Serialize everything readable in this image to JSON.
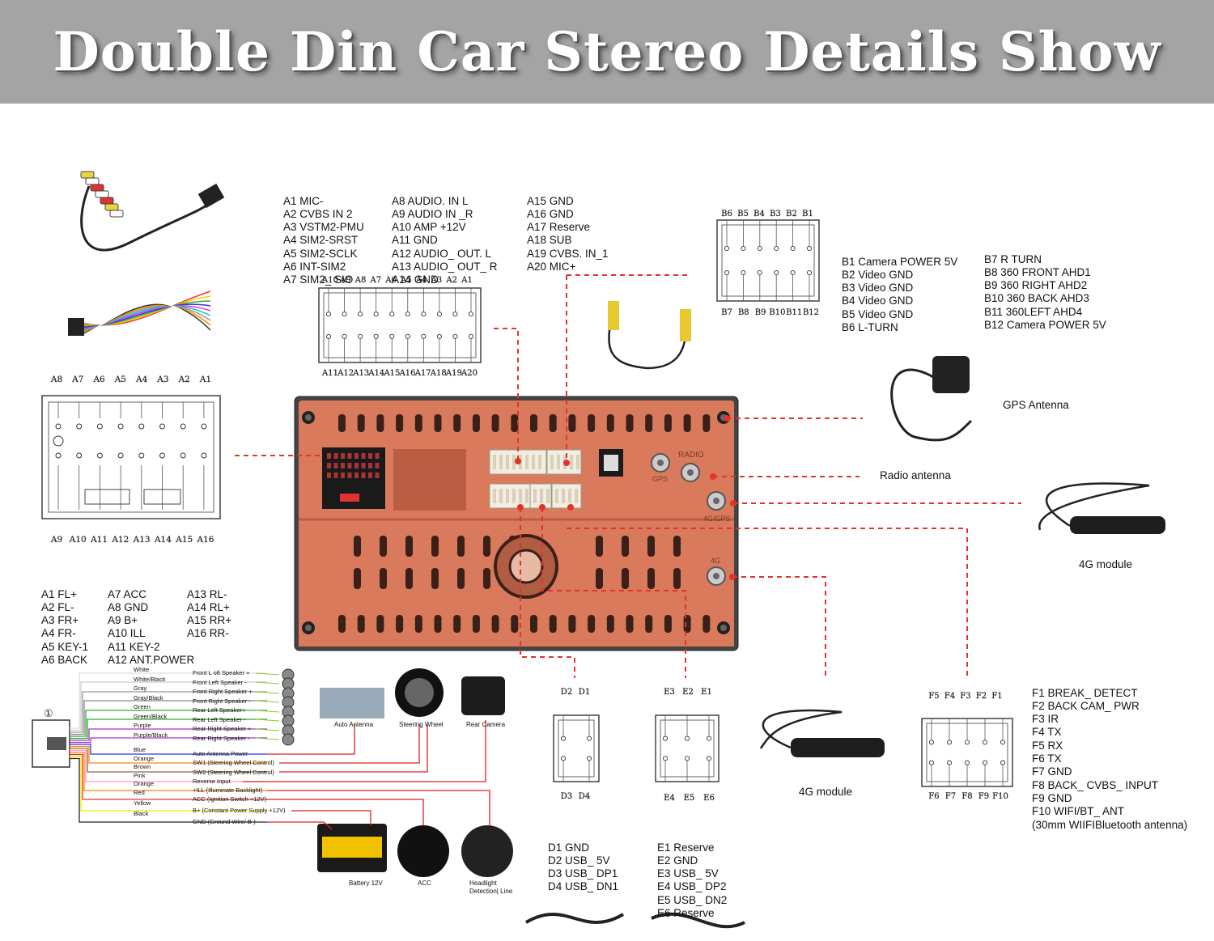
{
  "title": "Double Din Car Stereo Details Show",
  "colors": {
    "banner": "#a4a4a4",
    "unit_body": "#d97a5c",
    "unit_dark": "#b95e43",
    "wire_red": "#e0342a"
  },
  "left_harness_pins": {
    "top": [
      "A8",
      "A7",
      "A6",
      "A5",
      "A4",
      "A3",
      "A2",
      "A1"
    ],
    "bottom": [
      "A9",
      "A10",
      "A11",
      "A12",
      "A13",
      "A14",
      "A15",
      "A16"
    ],
    "labels": [
      "A1 FL+",
      "A2 FL-",
      "A3 FR+",
      "A4 FR-",
      "A5 KEY-1",
      "A6 BACK",
      "A7 ACC",
      "A8 GND",
      "A9 B+",
      "A10 ILL",
      "A11 KEY-2",
      "A12 ANT.POWER",
      "A13 RL-",
      "A14 RL+",
      "A15 RR+",
      "A16 RR-"
    ]
  },
  "connector_a20": {
    "top": [
      "A10",
      "A9",
      "A8",
      "A7",
      "A6",
      "A5",
      "A4",
      "A3",
      "A2",
      "A1"
    ],
    "bottom": [
      "A11",
      "A12",
      "A13",
      "A14",
      "A15",
      "A16",
      "A17",
      "A18",
      "A19",
      "A20"
    ],
    "labels": [
      "A1 MIC-",
      "A2 CVBS IN 2",
      "A3 VSTM2-PMU",
      "A4 SIM2-SRST",
      "A5 SIM2-SCLK",
      "A6 INT-SIM2",
      "A7 SIM2_ SIO",
      "A8 AUDIO. IN L",
      "A9 AUDIO IN _R",
      "A10 AMP +12V",
      "A11 GND",
      "A12 AUDIO_ OUT. L",
      "A13 AUDIO_ OUT_ R",
      "A14 GND",
      "A15 GND",
      "A16 GND",
      "A17 Reserve",
      "A18 SUB",
      "A19 CVBS. IN_1",
      "A20 MIC+"
    ]
  },
  "connector_b": {
    "top": [
      "B6",
      "B5",
      "B4",
      "B3",
      "B2",
      "B1"
    ],
    "bottom": [
      "B7",
      "B8",
      "B9",
      "B10",
      "B11",
      "B12"
    ],
    "labels": [
      "B1 Camera POWER 5V",
      "B2 Video GND",
      "B3 Video GND",
      "B4 Video GND",
      "B5 Video GND",
      "B6 L-TURN",
      "B7 R TURN",
      "B8 360 FRONT AHD1",
      "B9 360 RIGHT AHD2",
      "B10 360 BACK AHD3",
      "B11 360LEFT AHD4",
      "B12 Camera POWER 5V"
    ]
  },
  "connector_d": {
    "top": [
      "D2",
      "D1"
    ],
    "bottom": [
      "D3",
      "D4"
    ],
    "labels": [
      "D1 GND",
      "D2 USB_ 5V",
      "D3 USB_ DP1",
      "D4 USB_ DN1"
    ]
  },
  "connector_e": {
    "top": [
      "E3",
      "E2",
      "E1"
    ],
    "bottom": [
      "E4",
      "E5",
      "E6"
    ],
    "labels": [
      "E1 Reserve",
      "E2 GND",
      "E3 USB_ 5V",
      "E4 USB_ DP2",
      "E5 USB_ DN2",
      "E6 Reserve"
    ]
  },
  "connector_f": {
    "top": [
      "F5",
      "F4",
      "F3",
      "F2",
      "F1"
    ],
    "bottom": [
      "F6",
      "F7",
      "F8",
      "F9",
      "F10"
    ],
    "labels": [
      "F1 BREAK_ DETECT",
      "F2 BACK CAM_ PWR",
      "F3 IR",
      "F4 TX",
      "F5 RX",
      "F6 TX",
      "F7 GND",
      "F8 BACK_ CVBS_ INPUT",
      "F9 GND",
      "F10 WIFI/BT_ ANT",
      "(30mm WIIFIBluetooth antenna)"
    ]
  },
  "accessories": {
    "gps": "GPS Antenna",
    "radio": "Radio antenna",
    "module_4g_right": "4G module",
    "module_4g_bottom": "4G module"
  },
  "unit_labels": {
    "radio": "RADIO",
    "gps": "GPS",
    "gps4g": "4G/GPS",
    "g4": "4G"
  },
  "wiring": {
    "connector_no": "①",
    "colors": [
      "White",
      "White/Black",
      "Gray",
      "Gray/Black",
      "Green",
      "Green/Black",
      "Purple",
      "Purple/Black",
      "Blue",
      "Orange",
      "Brown",
      "Pink",
      "Orange",
      "Red",
      "Yellow",
      "Black"
    ],
    "functions": [
      "Front L oft Speaker +",
      "Front Left Speaker -",
      "Front Right Speaker +",
      "Front Right Speaker -",
      "Rear Left Speaker+",
      "Rear Left Speaker -",
      "Rear Right Speaker +",
      "Rear Right Speaker -",
      "Auto Antenna Power",
      "SW1 (Steering Wheel Control)",
      "SW2 (Steering Wheel Control)",
      "Reverse Input",
      "+ILL (Illuminate Backlight)",
      "ACC (Ignition Switch +12V)",
      "B+ (Constant Power Supply +12V)",
      "GND (Ground Wire/ B-)"
    ],
    "devices": [
      "Auto Antenna",
      "Steering Wheel",
      "Rear Camera",
      "Battery 12V",
      "ACC",
      "Headlight",
      "Detection| Line"
    ]
  }
}
